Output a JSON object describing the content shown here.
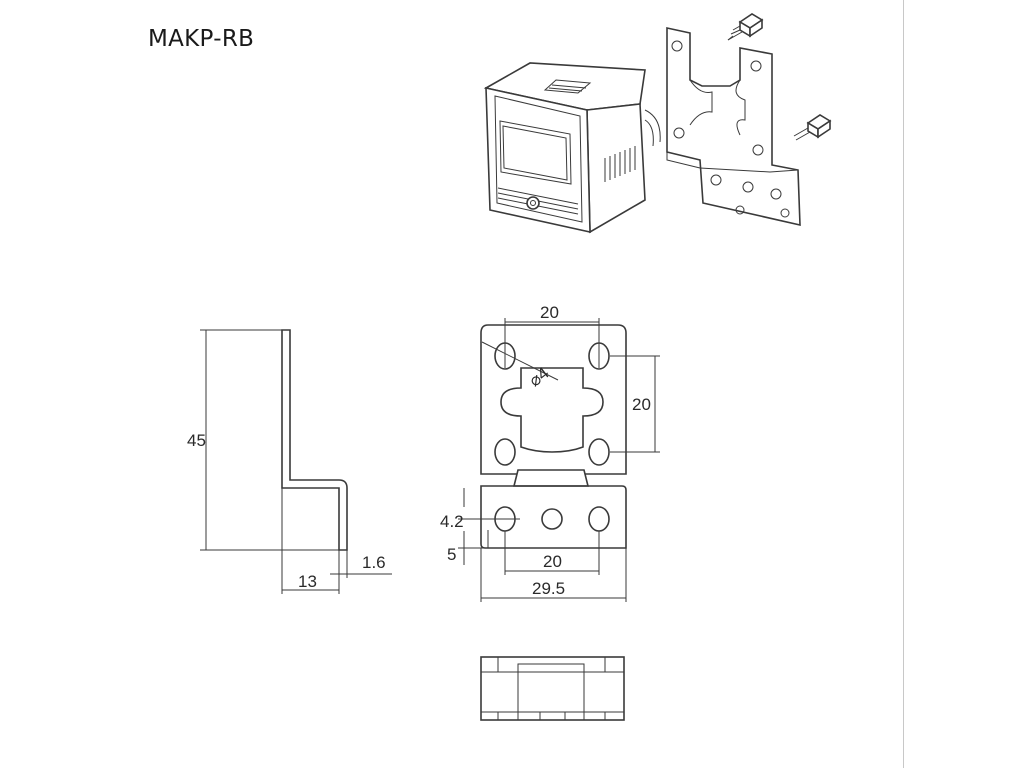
{
  "title": "MAKP-RB",
  "dimensions": {
    "side_height": "45",
    "side_thickness": "1.6",
    "side_depth": "13",
    "front_width_top": "20",
    "front_height_top": "20",
    "hole_diameter": "⌀4",
    "front_hole_offset": "4.2",
    "front_lower_offset": "5",
    "front_width_bottom": "20",
    "front_total_width": "29.5"
  }
}
